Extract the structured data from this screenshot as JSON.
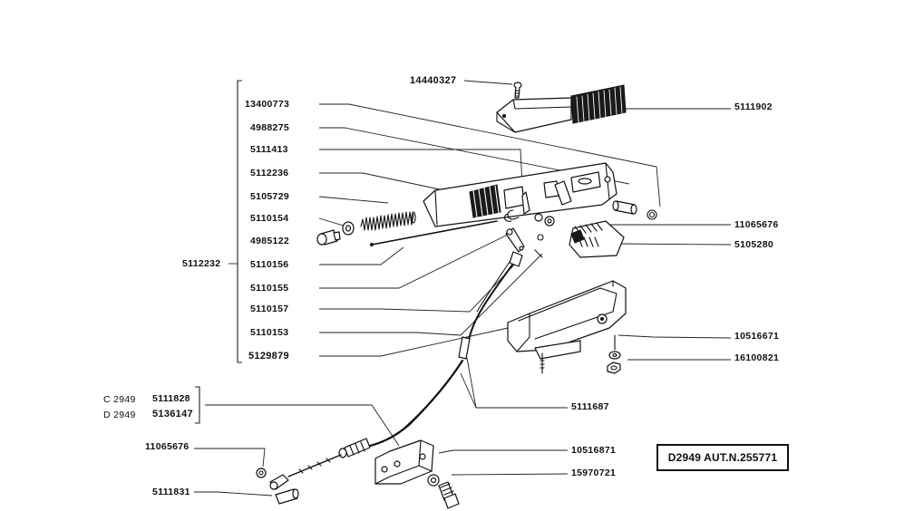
{
  "labels": {
    "l14440327": "14440327",
    "l13400773": "13400773",
    "l4988275": "4988275",
    "l5111413": "5111413",
    "l5112236": "5112236",
    "l5105729": "5105729",
    "l5110154": "5110154",
    "l4985122": "4985122",
    "l5110156": "5110156",
    "l5110155": "5110155",
    "l5110157": "5110157",
    "l5110153": "5110153",
    "l5129879": "5129879",
    "l5112232": "5112232",
    "l5111902": "5111902",
    "l11065676a": "11065676",
    "l5105280": "5105280",
    "l10516671": "10516671",
    "l16100821": "16100821",
    "l5111687": "5111687",
    "c2949": "C 2949",
    "d2949": "D 2949",
    "l5111828": "5111828",
    "l5136147": "5136147",
    "l11065676b": "11065676",
    "l5111831": "5111831",
    "l10516871": "10516871",
    "l15970721": "15970721"
  },
  "stamp": "D2949 AUT.N.255771"
}
